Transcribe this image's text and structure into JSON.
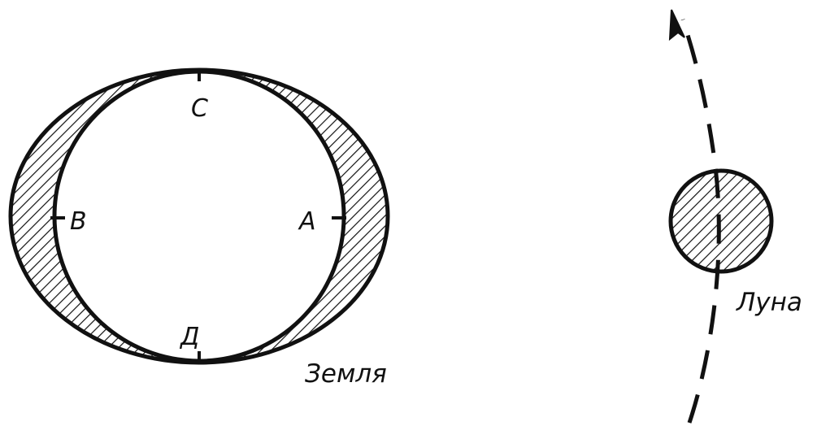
{
  "labels": {
    "point_c": "С",
    "point_b": "В",
    "point_a": "А",
    "point_d": "Д",
    "earth": "Земля",
    "moon": "Луна"
  },
  "colors": {
    "ink": "#111111",
    "background": "#ffffff"
  },
  "icons": {
    "orbit_arrow": "arrow-up-icon",
    "hatching": "diagonal-hatch-pattern"
  }
}
